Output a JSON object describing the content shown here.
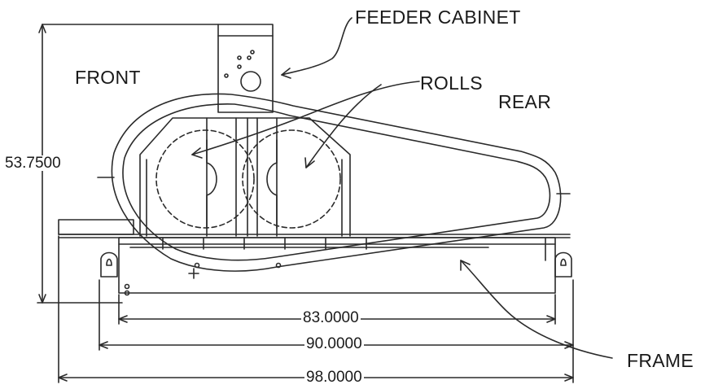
{
  "labels": {
    "feeder_cabinet": "FEEDER CABINET",
    "front": "FRONT",
    "rolls": "ROLLS",
    "rear": "REAR",
    "frame": "FRAME"
  },
  "dimensions": {
    "height": "53.7500",
    "inner_width": "83.0000",
    "mid_width": "90.0000",
    "outer_width": "98.0000"
  },
  "colors": {
    "line": "#2a2a2a",
    "background": "#ffffff"
  }
}
